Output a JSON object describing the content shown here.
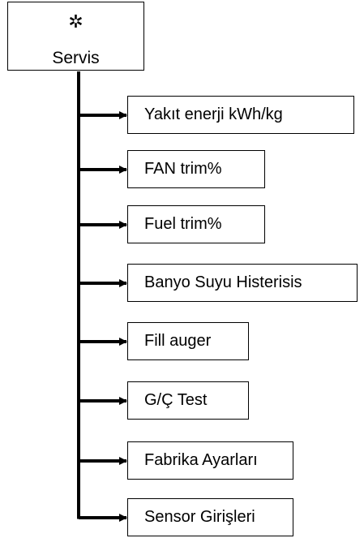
{
  "root": {
    "icon": "gear-icon",
    "label": "Servis"
  },
  "items": [
    "Yakıt enerji kWh/kg",
    "FAN trim%",
    "Fuel trim%",
    "Banyo Suyu Histerisis",
    "Fill auger",
    "G/Ç Test",
    "Fabrika Ayarları",
    "Sensor Girişleri"
  ]
}
